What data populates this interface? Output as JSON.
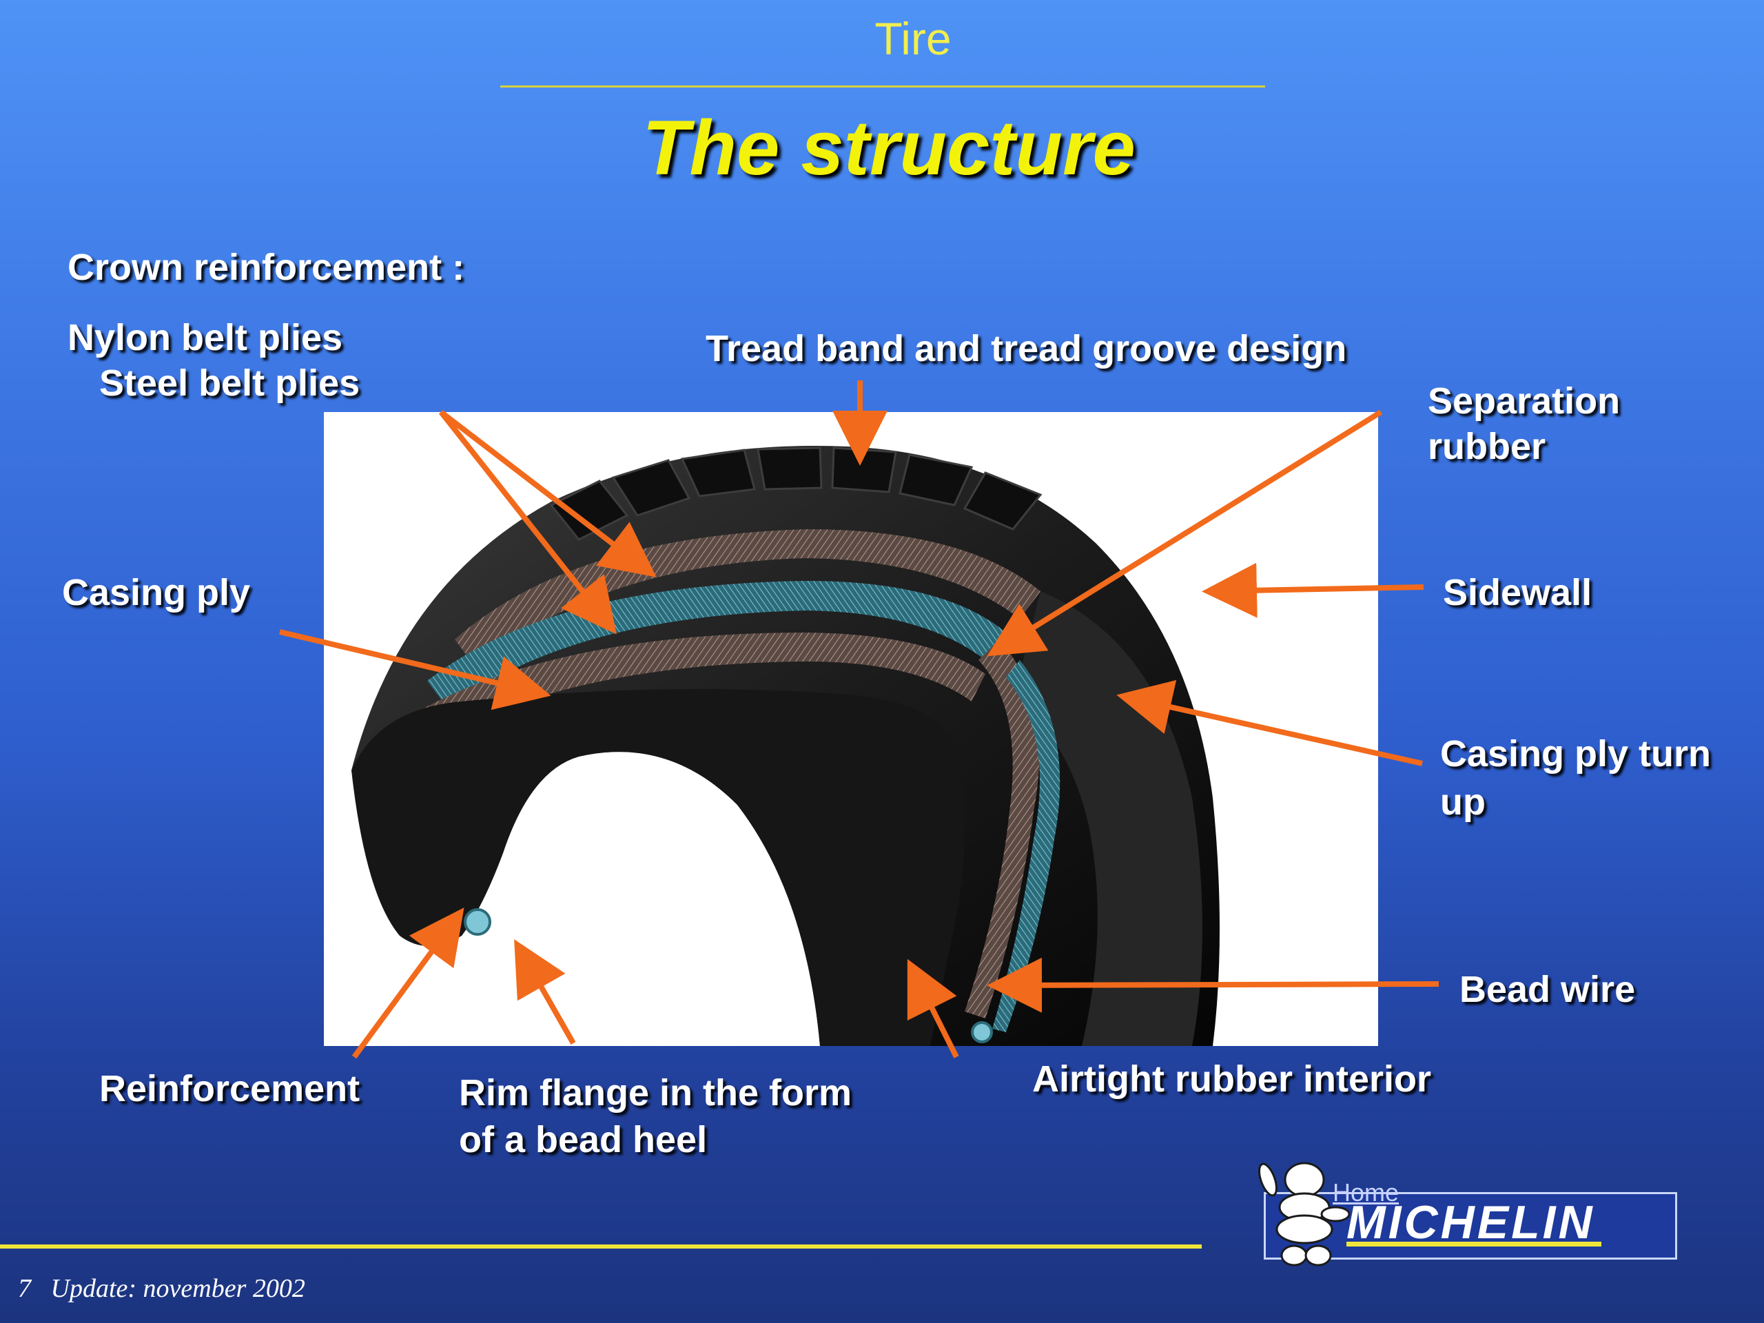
{
  "section_title": "Tire",
  "title": "The structure",
  "labels": {
    "crown": "Crown reinforcement :",
    "nylon": "Nylon belt plies",
    "steel": "Steel belt plies",
    "tread": "Tread band and tread groove design",
    "separation_1": "Separation",
    "separation_2": "rubber",
    "casing_ply": "Casing ply",
    "sidewall": "Sidewall",
    "turnup_1": "Casing ply turn",
    "turnup_2": "up",
    "bead_wire": "Bead wire",
    "reinforcement": "Reinforcement",
    "rim_1": "Rim flange in the form",
    "rim_2": "of a bead heel",
    "airtight": "Airtight rubber interior"
  },
  "footer": {
    "page": "7",
    "update": "Update: november 2002"
  },
  "logo": {
    "home_link": "Home",
    "brand": "MICHELIN"
  },
  "colors": {
    "title_yellow": "#f3f20a",
    "arrow_orange": "#f26a1b",
    "label_white": "#ffffff"
  }
}
